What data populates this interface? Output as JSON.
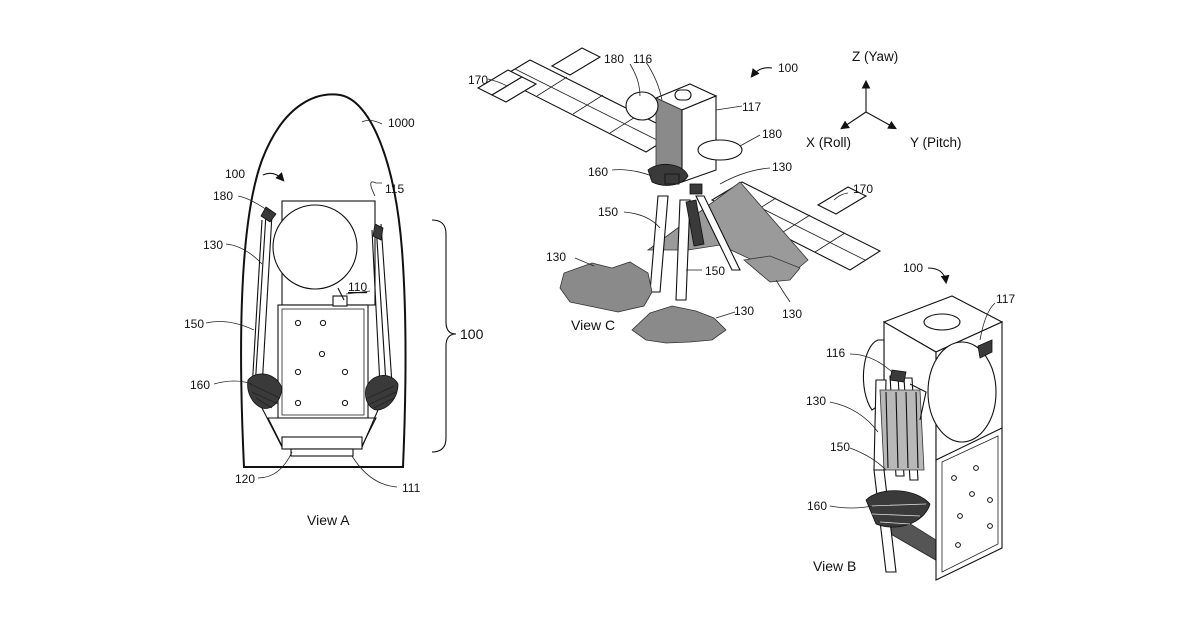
{
  "labels": {
    "l1000": "1000",
    "l100a": "100",
    "l115": "115",
    "l180a": "180",
    "l130a": "130",
    "l110": "110",
    "l150a": "150",
    "l160a": "160",
    "l120": "120",
    "l111": "111",
    "l100brace": "100",
    "l180c1": "180",
    "l116c": "116",
    "l170c1": "170",
    "l100c": "100",
    "l117c": "117",
    "l180c2": "180",
    "l160c": "160",
    "l130c1": "130",
    "l150c1": "150",
    "l170c2": "170",
    "l130c2": "130",
    "l150c2": "150",
    "l130c3": "130",
    "l130c4": "130",
    "l100b": "100",
    "l117b": "117",
    "l116b": "116",
    "l130b": "130",
    "l150b": "150",
    "l160b": "160"
  },
  "views": {
    "a": "View A",
    "b": "View B",
    "c": "View C"
  },
  "axes": {
    "z": "Z (Yaw)",
    "x": "X (Roll)",
    "y": "Y (Pitch)"
  }
}
